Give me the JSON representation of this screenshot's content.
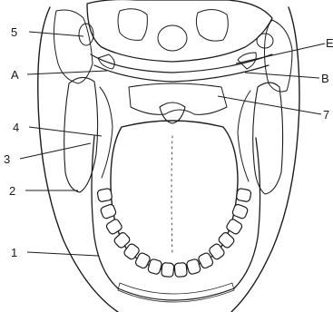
{
  "figure": {
    "labels": {
      "n1": "1",
      "n2": "2",
      "n3": "3",
      "n4": "4",
      "n5": "5",
      "n7": "7",
      "A": "A",
      "B": "B",
      "E": "E"
    }
  }
}
